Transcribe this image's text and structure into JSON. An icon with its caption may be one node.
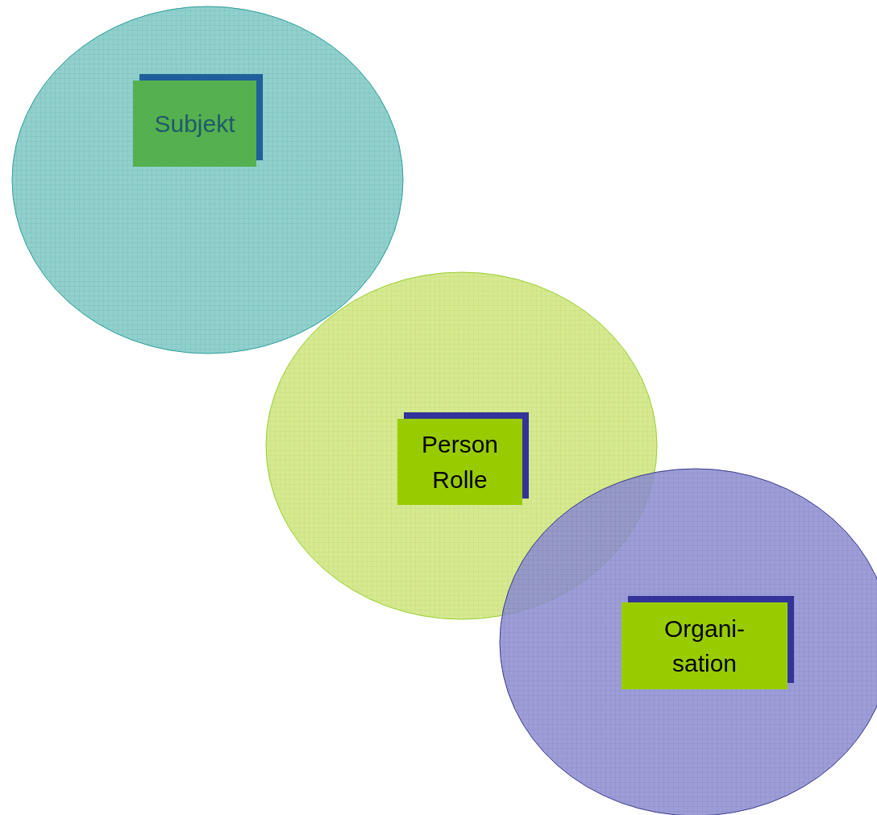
{
  "diagram": {
    "nodes": [
      {
        "text": [],
        "shape": "ellipse"
      },
      {
        "text": [
          "Subjekt"
        ],
        "in": 0
      },
      {
        "text": [],
        "shape": "ellipse"
      },
      {
        "text": [
          "Person Rolle"
        ],
        "in": 2
      },
      {
        "text": [],
        "shape": "ellipse"
      },
      {
        "text": [
          "Organi- sation"
        ],
        "in": 4
      }
    ]
  }
}
